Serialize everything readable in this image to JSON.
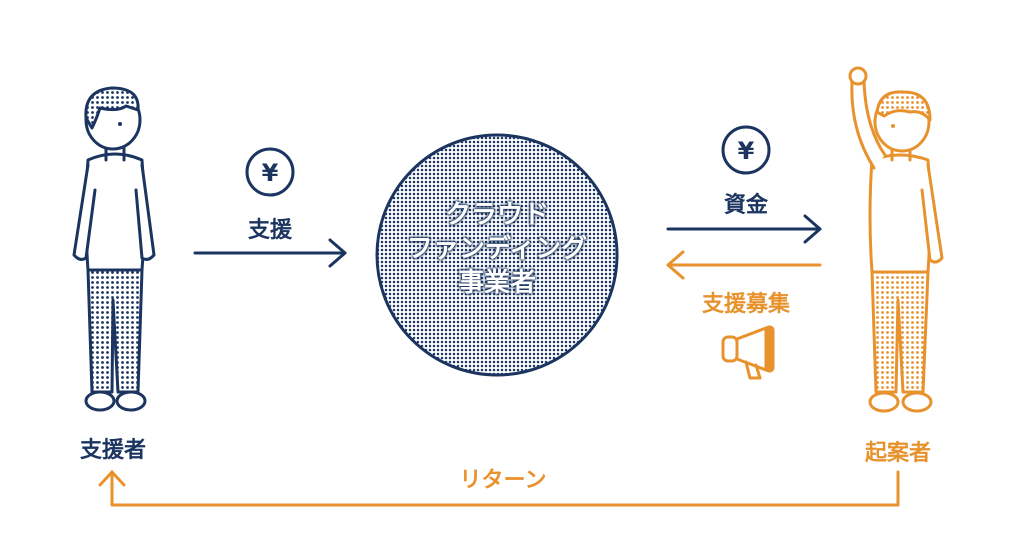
{
  "center": {
    "line1": "クラウド",
    "line2": "ファンディング",
    "line3": "事業者"
  },
  "left_person": {
    "label": "支援者"
  },
  "right_person": {
    "label": "起案者"
  },
  "arrows": {
    "support": "支援",
    "funds": "資金",
    "recruit": "支援募集",
    "return": "リターン"
  },
  "icons": {
    "yen_left": "yen-coin-icon",
    "yen_right": "yen-coin-icon",
    "megaphone": "megaphone-icon"
  },
  "currency_symbol": "¥",
  "colors": {
    "navy": "#1b3560",
    "orange": "#e8922e"
  }
}
